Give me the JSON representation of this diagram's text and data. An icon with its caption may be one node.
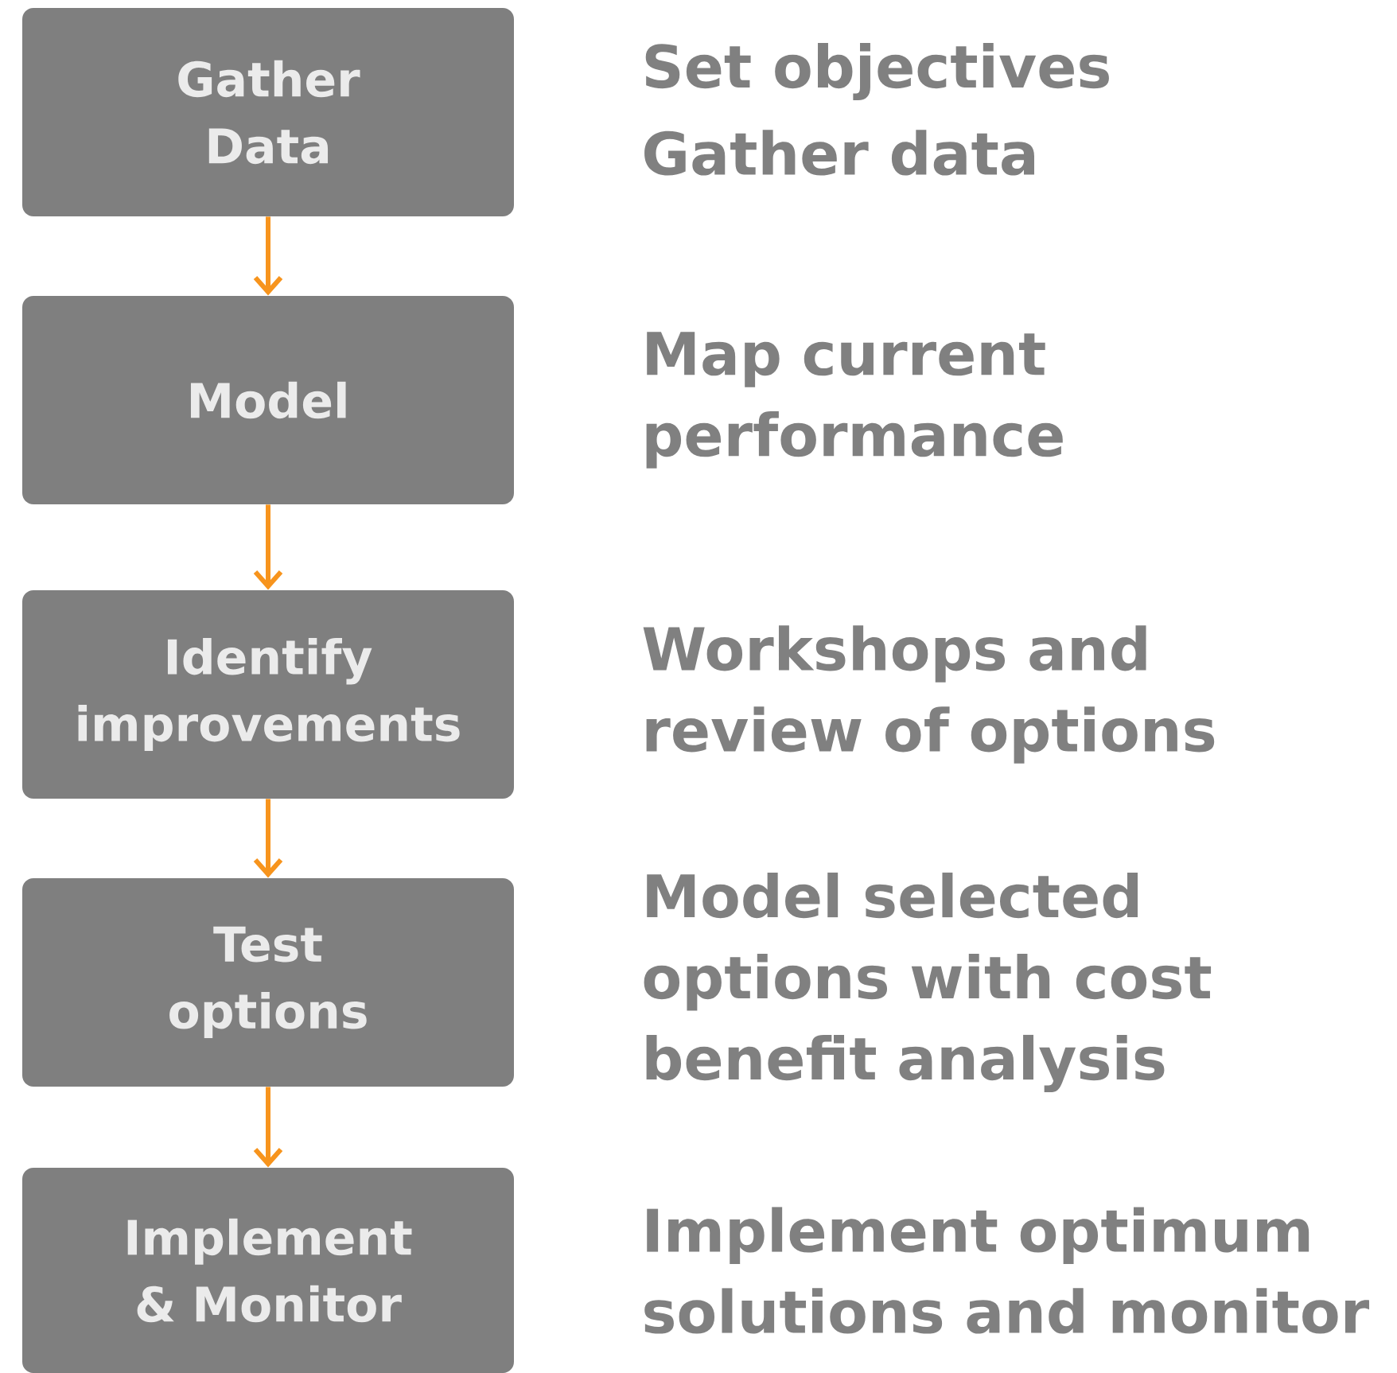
{
  "diagram": {
    "nodes": [
      {
        "text": [
          "Gather Data"
        ],
        "beside": [
          "Set objectives",
          "Gather data"
        ]
      },
      {
        "text": [
          "Model"
        ],
        "beside": [
          "Map current performance"
        ]
      },
      {
        "text": [
          "Identify improvements"
        ],
        "beside": [
          "Workshops and review of options"
        ]
      },
      {
        "text": [
          "Test options"
        ],
        "beside": [
          "Model selected options with cost benefit analysis"
        ]
      },
      {
        "text": [
          "Implement & Monitor"
        ],
        "beside": [
          "Implement optimum solutions and monitor"
        ]
      }
    ],
    "edges": [
      {
        "from": 0,
        "to": 1,
        "arrow": "to"
      },
      {
        "from": 1,
        "to": 2,
        "arrow": "to"
      },
      {
        "from": 2,
        "to": 3,
        "arrow": "to"
      },
      {
        "from": 3,
        "to": 4,
        "arrow": "to"
      }
    ]
  }
}
